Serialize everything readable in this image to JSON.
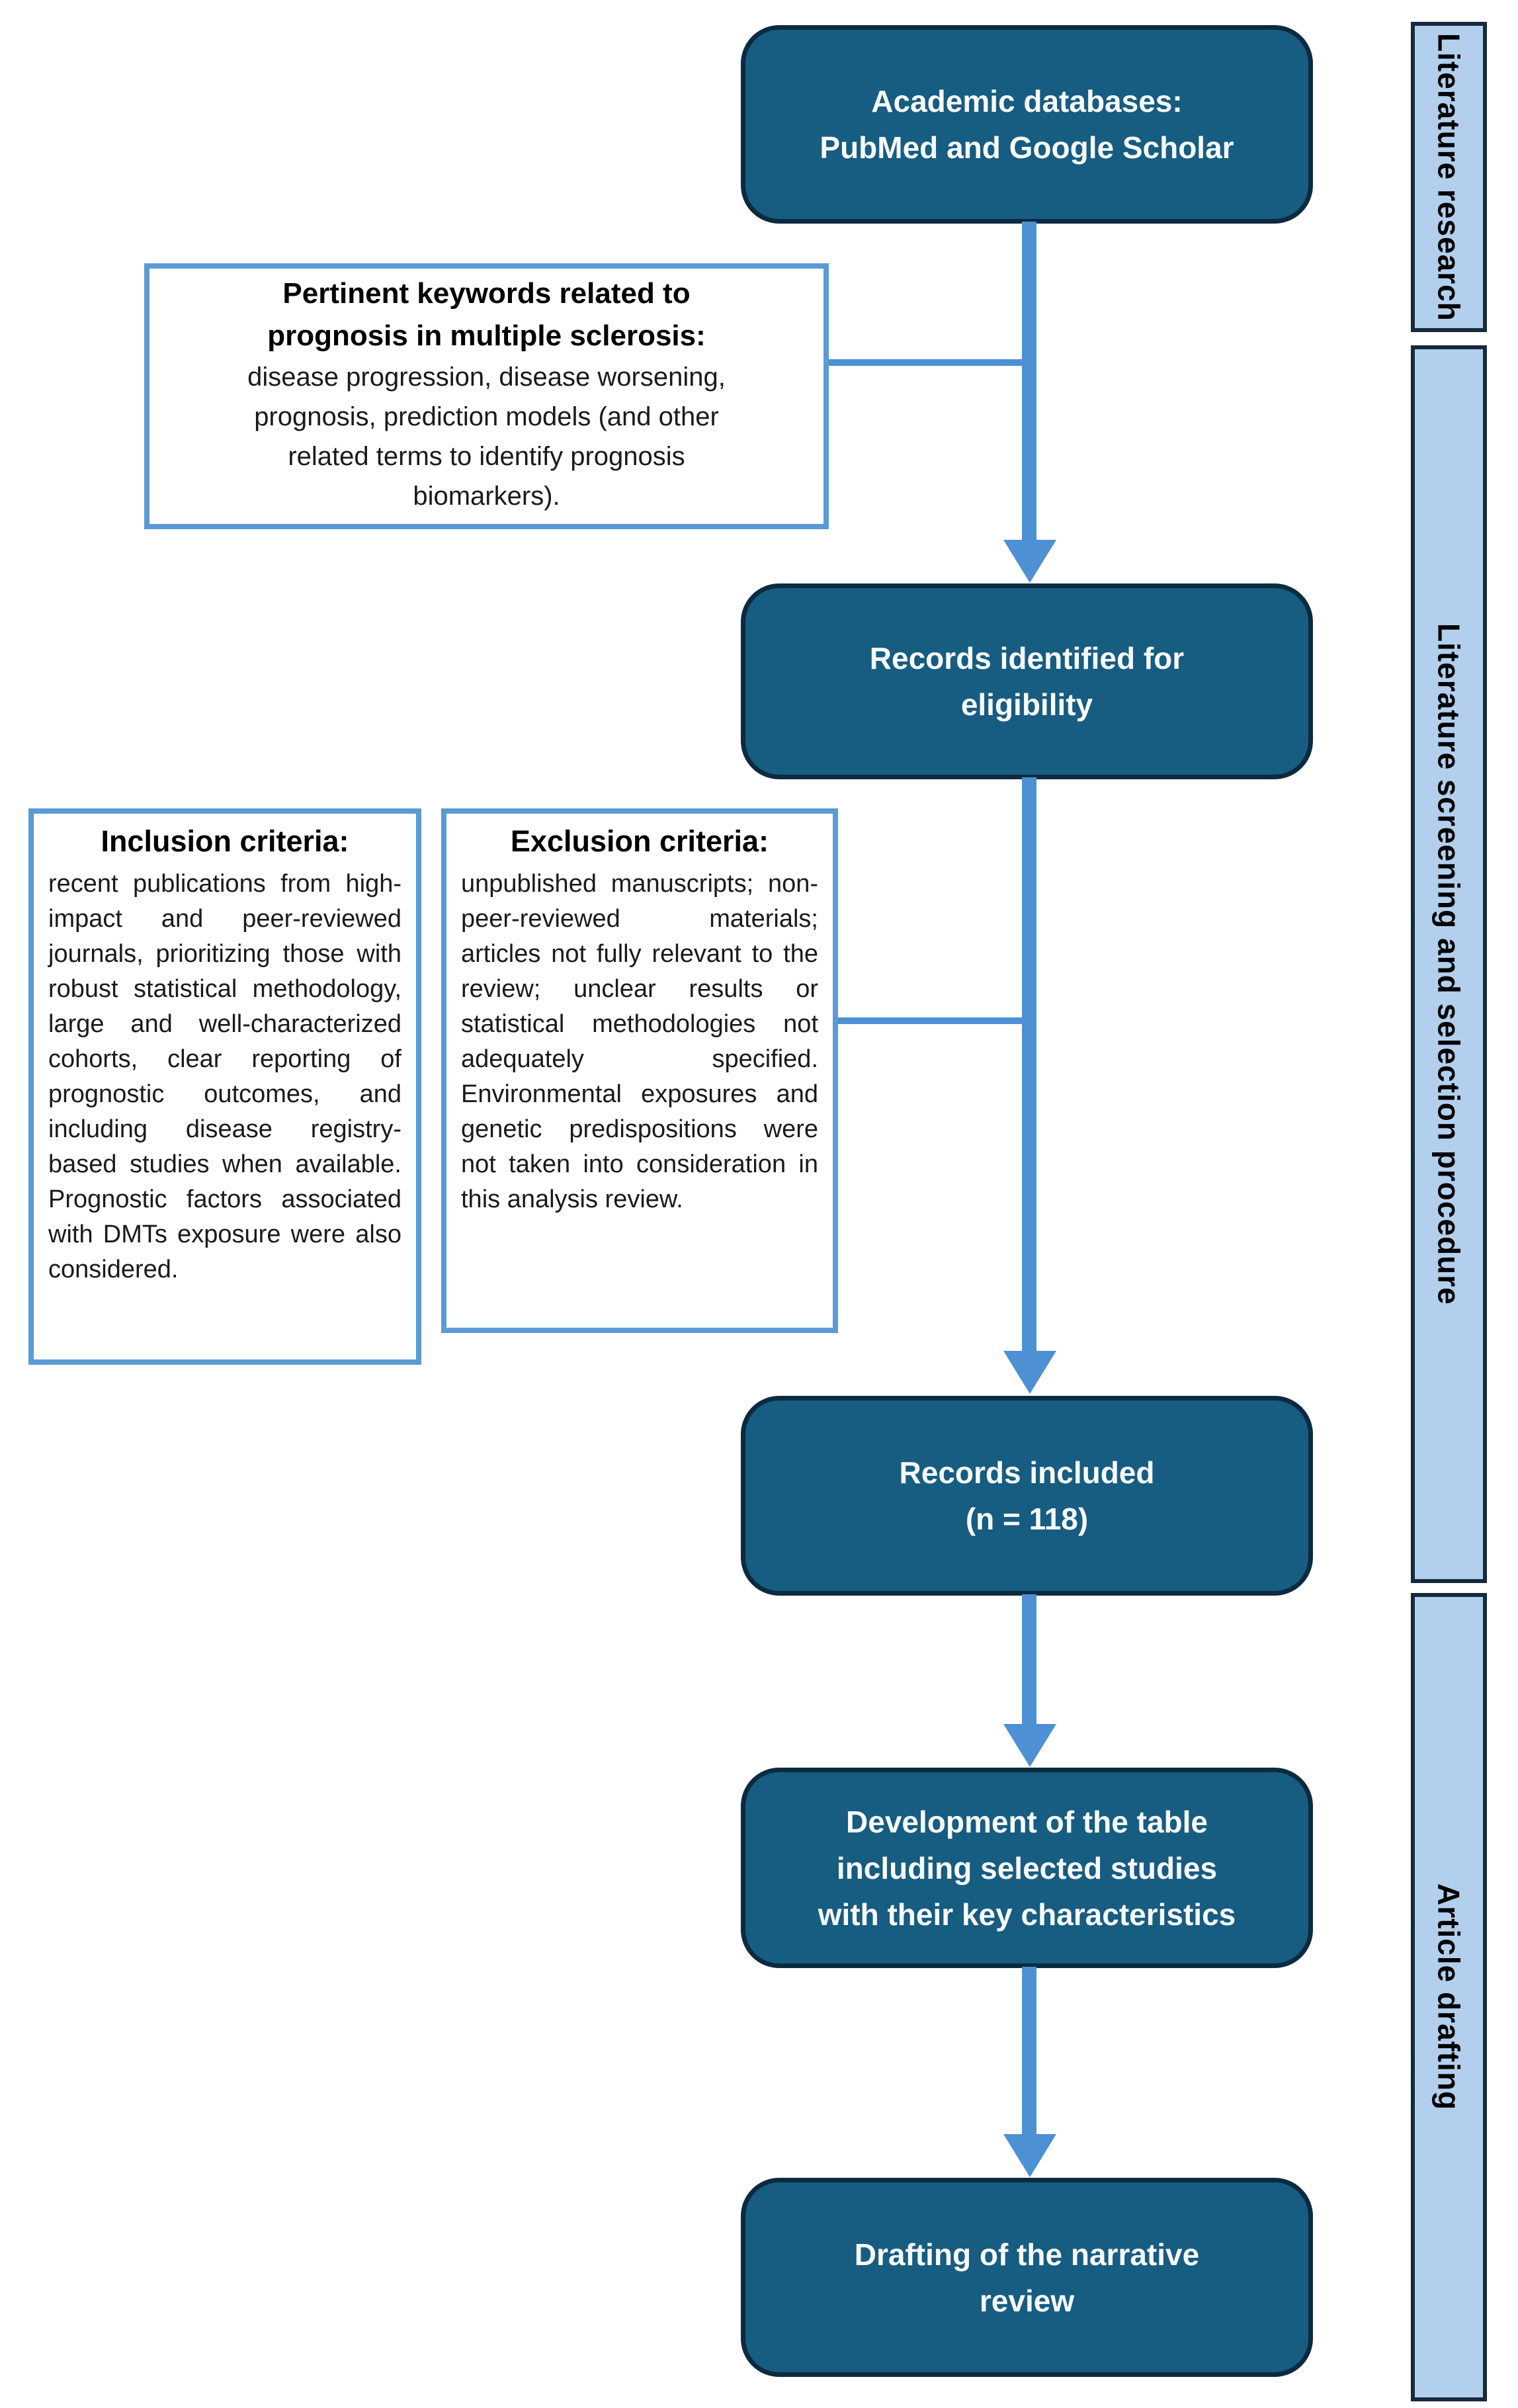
{
  "palette": {
    "dark_box_fill": "#175c81",
    "dark_box_border": "#0c2a40",
    "dark_box_text": "#f8fbfd",
    "light_box_border": "#5b9bd5",
    "arrow_blue": "#4e90d4",
    "sidebar_fill": "#b3cfee",
    "sidebar_border": "#17293d",
    "body_text": "#1a1a1a"
  },
  "flow": {
    "top_box": {
      "lines": [
        "Academic databases:",
        "PubMed and Google Scholar"
      ]
    },
    "keywords_box": {
      "title_lines": [
        "Pertinent keywords related to",
        "prognosis in multiple sclerosis:"
      ],
      "body_lines": [
        "disease progression, disease worsening,",
        "prognosis, prediction models (and other",
        "related terms to identify prognosis",
        "biomarkers)."
      ]
    },
    "records_identified_box": {
      "lines": [
        "Records identified for",
        "eligibility"
      ]
    },
    "inclusion_box": {
      "title": "Inclusion criteria:",
      "body": "recent publications from high-impact and peer-reviewed journals, prioritizing those with robust statistical methodology, large and well-characterized cohorts, clear reporting of prognostic outcomes, and including disease registry-based studies when available. Prognostic factors associated with DMTs exposure were also considered."
    },
    "exclusion_box": {
      "title": "Exclusion criteria:",
      "body": "unpublished manuscripts; non-peer-reviewed materials; articles not fully relevant to the review; unclear results or statistical methodologies not adequately specified. Environmental exposures and genetic predispositions were not taken into consideration in this analysis review."
    },
    "records_included_box": {
      "lines": [
        "Records included",
        "(n = 118)"
      ]
    },
    "development_box": {
      "lines": [
        "Development of the table",
        "including selected studies",
        "with their key characteristics"
      ]
    },
    "drafting_box": {
      "lines": [
        "Drafting of the narrative",
        "review"
      ]
    }
  },
  "sidebar": {
    "bars": [
      {
        "label": "Literature research"
      },
      {
        "label": "Literature screening and selection procedure"
      },
      {
        "label": "Article drafting"
      }
    ]
  }
}
